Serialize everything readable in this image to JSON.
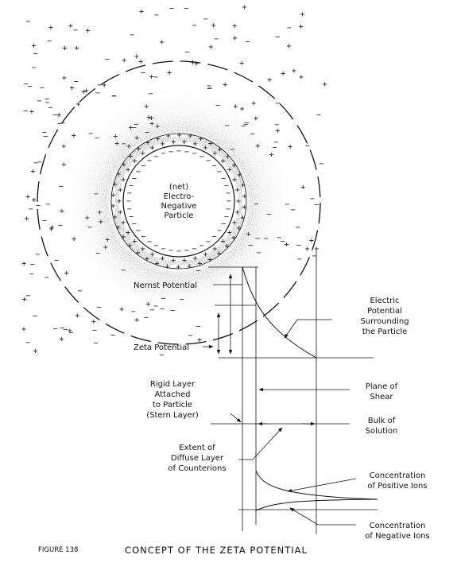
{
  "particle": {
    "line1": "(net)",
    "line2": "Electro-",
    "line3": "Negative",
    "line4": "Particle"
  },
  "labels": {
    "nernst": "Nernst Potential",
    "zeta": "Zeta Potential",
    "electric_potential": [
      "Electric",
      "Potential",
      "Surrounding",
      "the Particle"
    ],
    "plane_of_shear": [
      "Plane of",
      "Shear"
    ],
    "rigid_layer": [
      "Rigid Layer",
      "Attached",
      "to Particle",
      "(Stern Layer)"
    ],
    "bulk": [
      "Bulk of",
      "Solution"
    ],
    "diffuse": [
      "Extent of",
      "Diffuse Layer",
      "of Counterions"
    ],
    "positive_ions": [
      "Concentration",
      "of Positive Ions"
    ],
    "negative_ions": [
      "Concentration",
      "of Negative Ions"
    ]
  },
  "figure_number": "FIGURE 138",
  "title": "CONCEPT OF THE ZETA POTENTIAL"
}
